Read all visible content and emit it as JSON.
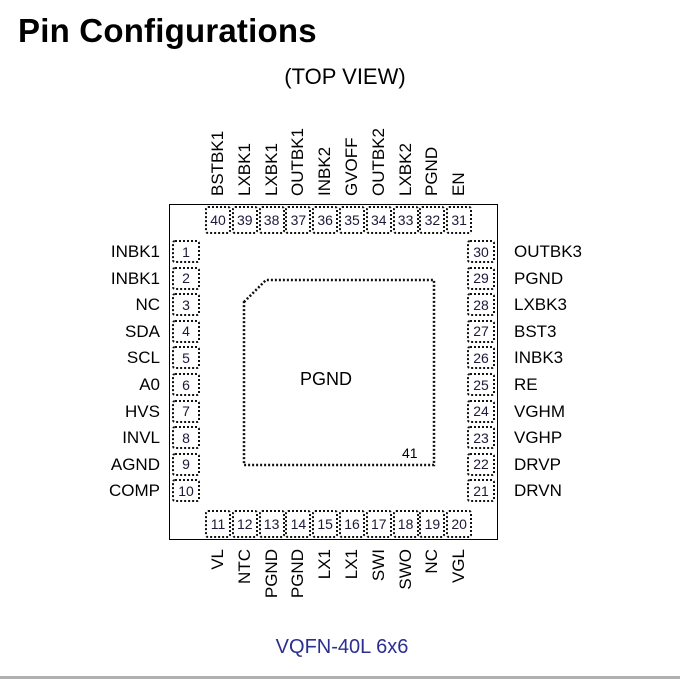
{
  "title": "Pin Configurations",
  "subtitle": "(TOP VIEW)",
  "package": "VQFN-40L 6x6",
  "colors": {
    "package_text": "#2b2f8f",
    "rule": "#b0b0b0"
  },
  "exposed_pad": {
    "number": "41",
    "name": "PGND"
  },
  "pins_left": [
    {
      "num": "1",
      "name": "INBK1"
    },
    {
      "num": "2",
      "name": "INBK1"
    },
    {
      "num": "3",
      "name": "NC"
    },
    {
      "num": "4",
      "name": "SDA"
    },
    {
      "num": "5",
      "name": "SCL"
    },
    {
      "num": "6",
      "name": "A0"
    },
    {
      "num": "7",
      "name": "HVS"
    },
    {
      "num": "8",
      "name": "INVL"
    },
    {
      "num": "9",
      "name": "AGND"
    },
    {
      "num": "10",
      "name": "COMP"
    }
  ],
  "pins_bottom": [
    {
      "num": "11",
      "name": "VL"
    },
    {
      "num": "12",
      "name": "NTC"
    },
    {
      "num": "13",
      "name": "PGND"
    },
    {
      "num": "14",
      "name": "PGND"
    },
    {
      "num": "15",
      "name": "LX1"
    },
    {
      "num": "16",
      "name": "LX1"
    },
    {
      "num": "17",
      "name": "SWI"
    },
    {
      "num": "18",
      "name": "SWO"
    },
    {
      "num": "19",
      "name": "NC"
    },
    {
      "num": "20",
      "name": "VGL"
    }
  ],
  "pins_right": [
    {
      "num": "30",
      "name": "OUTBK3"
    },
    {
      "num": "29",
      "name": "PGND"
    },
    {
      "num": "28",
      "name": "LXBK3"
    },
    {
      "num": "27",
      "name": "BST3"
    },
    {
      "num": "26",
      "name": "INBK3"
    },
    {
      "num": "25",
      "name": "RE"
    },
    {
      "num": "24",
      "name": "VGHM"
    },
    {
      "num": "23",
      "name": "VGHP"
    },
    {
      "num": "22",
      "name": "DRVP"
    },
    {
      "num": "21",
      "name": "DRVN"
    }
  ],
  "pins_top": [
    {
      "num": "40",
      "name": "BSTBK1"
    },
    {
      "num": "39",
      "name": "LXBK1"
    },
    {
      "num": "38",
      "name": "LXBK1"
    },
    {
      "num": "37",
      "name": "OUTBK1"
    },
    {
      "num": "36",
      "name": "INBK2"
    },
    {
      "num": "35",
      "name": "GVOFF"
    },
    {
      "num": "34",
      "name": "OUTBK2"
    },
    {
      "num": "33",
      "name": "LXBK2"
    },
    {
      "num": "32",
      "name": "PGND"
    },
    {
      "num": "31",
      "name": "EN"
    }
  ]
}
